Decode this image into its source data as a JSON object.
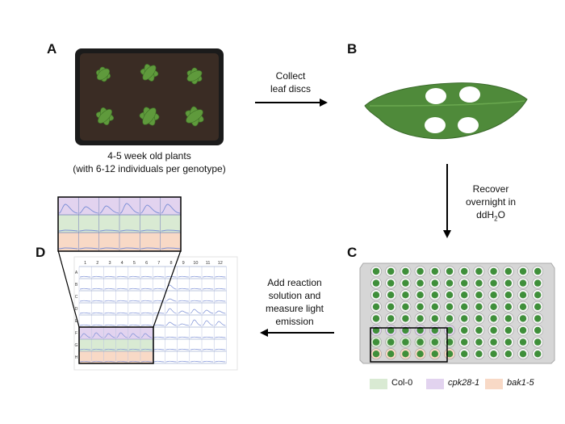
{
  "panels": {
    "a": {
      "letter": "A",
      "caption_line1": "4-5 week old plants",
      "caption_line2": "(with 6-12 individuals per genotype)"
    },
    "b": {
      "letter": "B"
    },
    "c": {
      "letter": "C"
    },
    "d": {
      "letter": "D"
    }
  },
  "steps": {
    "collect_line1": "Collect",
    "collect_line2": "leaf discs",
    "recover_line1": "Recover",
    "recover_line2": "overnight in",
    "recover_line3_main": "ddH",
    "recover_line3_sub": "2",
    "recover_line3_end": "O",
    "add_line1": "Add reaction",
    "add_line2": "solution and",
    "add_line3": "measure light",
    "add_line4": "emission"
  },
  "legend": [
    {
      "label": "Col-0",
      "color": "#d9ead3",
      "italic": false
    },
    {
      "label": "cpk28-1",
      "color": "#e2d3ef",
      "italic": true
    },
    {
      "label": "bak1-5",
      "color": "#f8d9c6",
      "italic": true
    }
  ],
  "plate_grid": {
    "columns": [
      "1",
      "2",
      "3",
      "4",
      "5",
      "6",
      "7",
      "8",
      "9",
      "10",
      "11",
      "12"
    ],
    "rows": [
      "A",
      "B",
      "C",
      "D",
      "E",
      "F",
      "G",
      "H"
    ]
  },
  "colors": {
    "col0": "#d9ead3",
    "cpk28": "#e2d3ef",
    "bak1": "#f8d9c6",
    "trace": "#7b8fd6",
    "leaf": "#4f8a3a",
    "plate": "#d8d8d8",
    "well": "#3f8f3a"
  }
}
